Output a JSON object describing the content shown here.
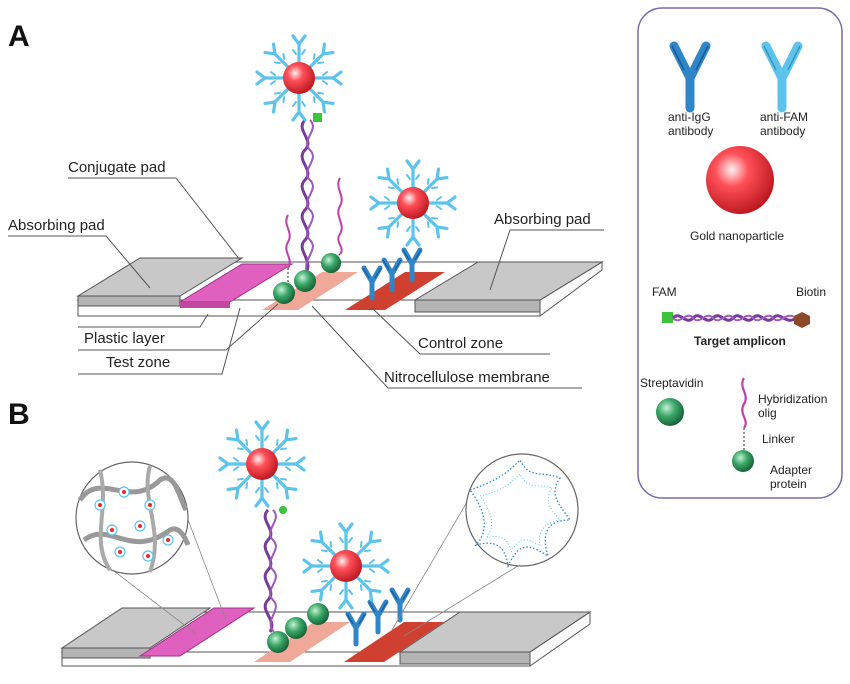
{
  "panels": {
    "a": "A",
    "b": "B"
  },
  "panel_a": {
    "labels": {
      "conjugate_pad": "Conjugate pad",
      "absorbing_pad_left": "Absorbing pad",
      "absorbing_pad_right": "Absorbing pad",
      "plastic_layer": "Plastic layer",
      "test_zone": "Test zone",
      "control_zone": "Control zone",
      "nitrocellulose": "Nitrocellulose membrane"
    }
  },
  "legend": {
    "anti_igg": [
      "anti-IgG",
      "antibody"
    ],
    "anti_fam": [
      "anti-FAM",
      "antibody"
    ],
    "gold": "Gold nanoparticle",
    "fam": "FAM",
    "biotin": "Biotin",
    "target": "Target amplicon",
    "streptavidin": "Streptavidin",
    "hybridization": [
      "Hybridization",
      "olig"
    ],
    "linker": "Linker",
    "adapter": [
      "Adapter",
      "protein"
    ]
  },
  "colors": {
    "gold": "#e8262e",
    "igg_antibody": "#2e86c8",
    "fam_antibody": "#5cc4ec",
    "dna": "#7a3a9a",
    "oligo": "#c040a8",
    "fam_marker": "#3cc43c",
    "biotin_marker": "#8a4a2a",
    "streptavidin": "#2e9a58",
    "conjugate_pad": "#e060c0",
    "test_zone": "#f0a898",
    "control_zone": "#d04030",
    "pad_gray": "#c8c8c8"
  }
}
